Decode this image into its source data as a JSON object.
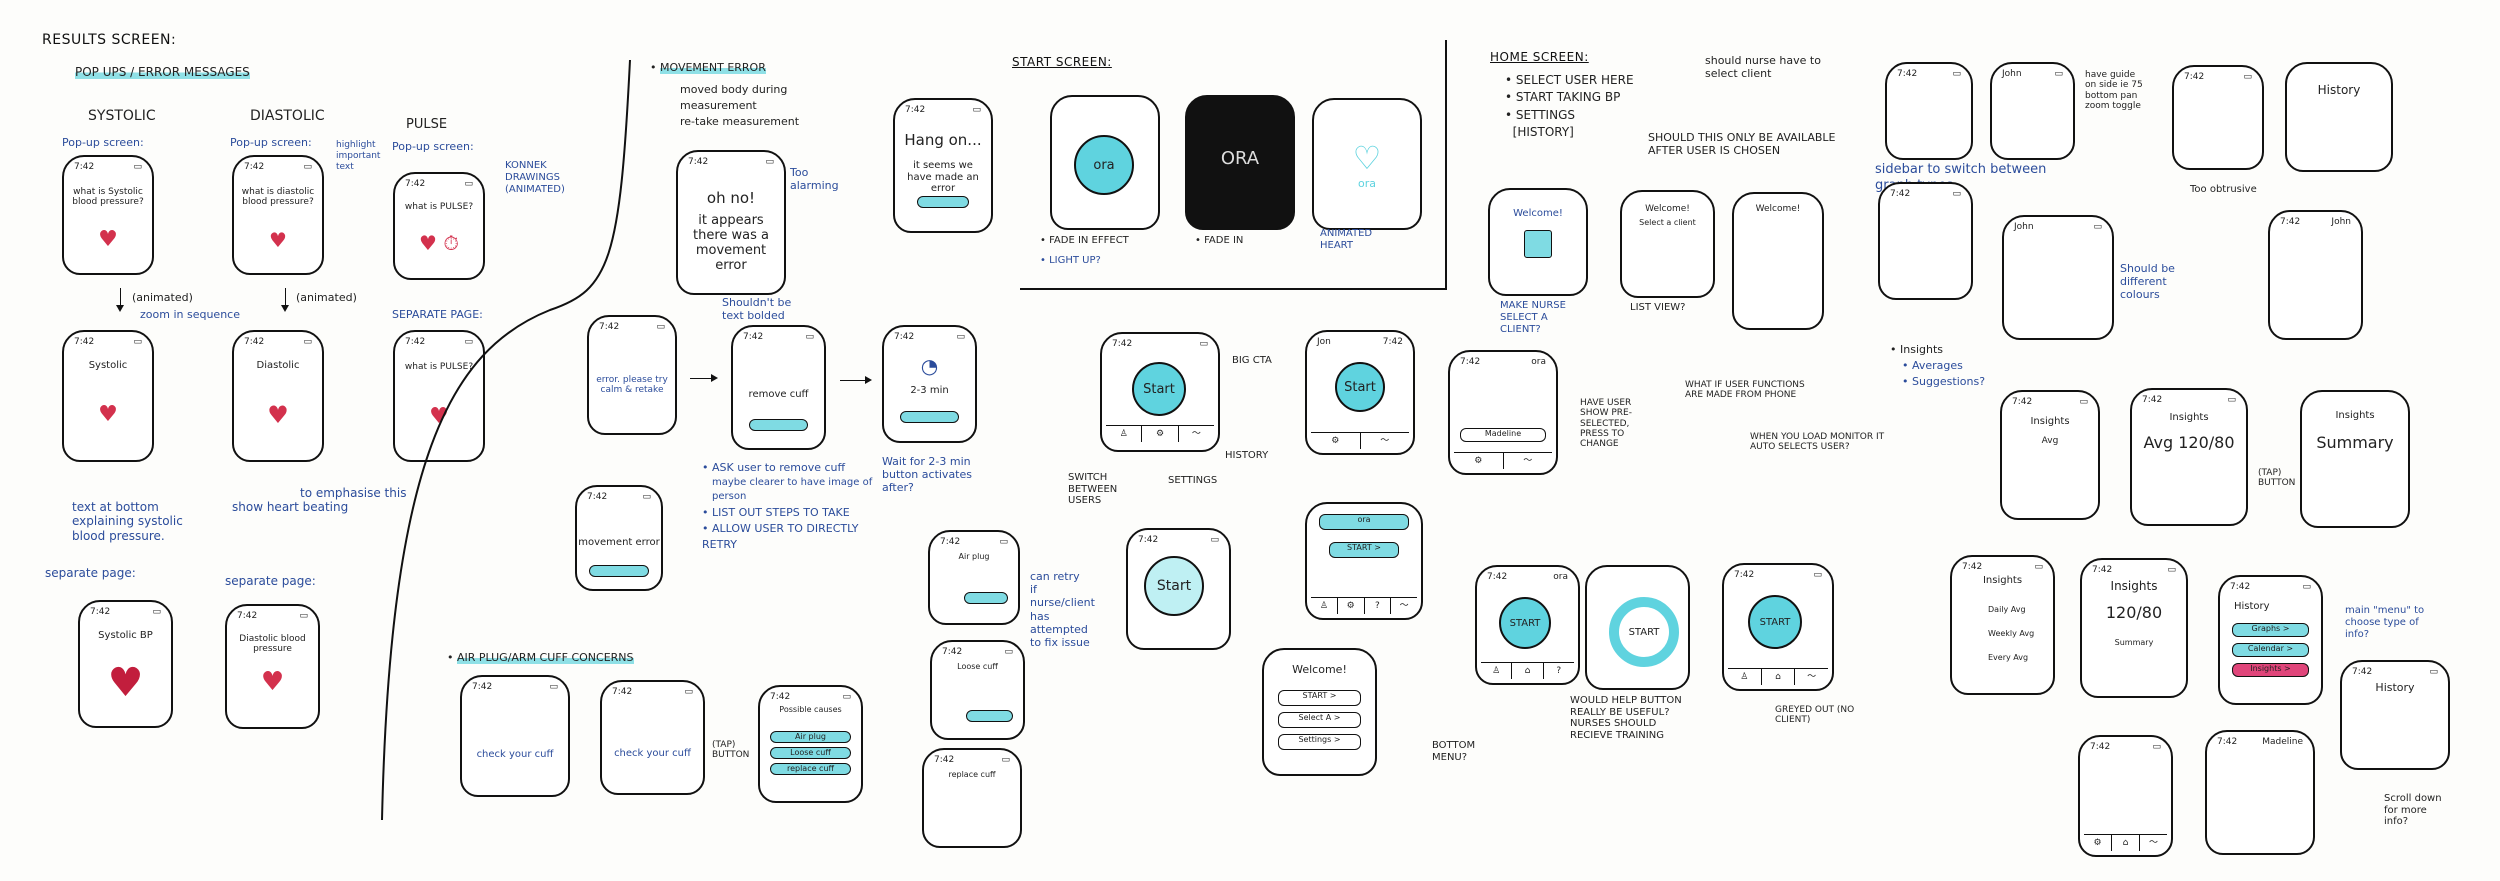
{
  "results": {
    "heading": "RESULTS SCREEN:",
    "sub": "POP UPS / ERROR MESSAGES",
    "systolic": "SYSTOLIC",
    "diastolic": "DIASTOLIC",
    "pulse": "PULSE",
    "popup": "Pop-up screen:",
    "what_systolic": "what is Systolic blood pressure?",
    "what_diastolic": "what is diastolic blood pressure?",
    "what_pulse": "what is PULSE?",
    "highlight_note": "highlight important text",
    "konnek_note": "KONNEK DRAWINGS (ANIMATED)",
    "animated": "(animated)",
    "zoom_note": "zoom in sequence",
    "systolic2": "Systolic",
    "diastolic2": "Diastolic",
    "separate_page": "separate page:",
    "separate_page_caps": "SEPARATE PAGE:",
    "text_bottom": "text at bottom explaining systolic blood pressure.",
    "show_heart": "show heart beating",
    "emphasise": "to emphasise this",
    "systolic_bp": "Systolic BP",
    "diastolic_bp": "Diastolic blood pressure"
  },
  "movement": {
    "heading": "MOVEMENT ERROR",
    "b1": "moved body during measurement",
    "b2": "re-take measurement",
    "oh_no": "oh no!",
    "appears": "it appears there was a movement error",
    "too_alarming": "Too alarming",
    "shouldnt_bold": "Shouldn't be text bolded",
    "hang_on": "Hang on...",
    "seems": "it seems we have made an error",
    "error_pic": "error. please try calm & retake",
    "remove_cuff": "remove cuff",
    "wait": "2-3 min",
    "movement_error": "movement error",
    "ask_user": "ASK user to remove cuff",
    "maybe": "maybe clearer to have image of person",
    "list_steps": "LIST OUT STEPS TO TAKE",
    "allow": "ALLOW USER TO DIRECTLY RETRY",
    "wait_note": "Wait for 2-3 min",
    "button_note": "button activates after?",
    "time": "7:42"
  },
  "airplug": {
    "heading": "AIR PLUG/ARM CUFF CONCERNS",
    "check": "check your cuff",
    "tap": "(TAP) BUTTON",
    "possible": "Possible causes",
    "air_plug": "Air plug",
    "loose": "Loose cuff",
    "replace": "replace cuff",
    "can_retry": "can retry if nurse/client has attempted to fix issue"
  },
  "start": {
    "heading": "START SCREEN:",
    "ora": "ora",
    "ora_caps": "ORA",
    "fade_effect": "FADE IN EFFECT",
    "fade_in": "FADE IN",
    "animated_heart": "ANIMATED HEART",
    "light_up": "LIGHT UP?",
    "start": "Start",
    "big_cta": "BIG CTA",
    "history": "HISTORY",
    "settings": "SETTINGS",
    "switch": "SWITCH BETWEEN USERS",
    "john": "Jon",
    "start_arrow": "START >",
    "welcome": "Welcome!",
    "select_a": "Select A >",
    "settings_btn": "Settings >",
    "bottom_menu": "BOTTOM MENU?"
  },
  "home": {
    "heading": "HOME SCREEN:",
    "b1": "SELECT USER HERE",
    "b2": "START TAKING BP",
    "b3": "SETTINGS",
    "b4": "[HISTORY]",
    "nurse_note": "should nurse have to select client",
    "avail_note": "SHOULD THIS ONLY BE AVAILABLE AFTER USER IS CHOSEN",
    "welcome": "Welcome!",
    "select_client": "Select a client",
    "make_nurse": "MAKE NURSE SELECT A CLIENT?",
    "list_view": "LIST VIEW?",
    "have_user": "HAVE USER SHOW PRE-SELECTED, PRESS TO CHANGE",
    "what_if": "WHAT IF USER FUNCTIONS ARE MADE FROM PHONE",
    "when_load": "WHEN YOU LOAD MONITOR IT AUTO SELECTS USER?",
    "would_help": "WOULD HELP BUTTON REALLY BE USEFUL? NURSES SHOULD RECIEVE TRAINING",
    "greyed": "GREYED OUT (NO CLIENT)",
    "start": "START",
    "mama": "Madeline"
  },
  "history": {
    "sidebar": "sidebar to switch between graph types",
    "have_guide": "have guide on side ie 75 bottom pan zoom toggle",
    "too_obtrusive": "Too obtrusive",
    "should_be": "Should be different colours",
    "insights": "Insights",
    "averages": "Averages",
    "suggestions": "Suggestions?",
    "avg": "Avg",
    "summary": "Summary",
    "tap_button": "(TAP) BUTTON",
    "day": "Daily Avg",
    "week": "Weekly Avg",
    "every": "Every Avg",
    "history": "History",
    "graphs": "Graphs >",
    "calendar": "Calendar >",
    "insights_btn": "Insights >",
    "main_menu": "main \"menu\" to choose type of info?",
    "scroll": "Scroll down for more info?",
    "john": "John",
    "madeline": "Madeline",
    "reading": "120/80"
  }
}
